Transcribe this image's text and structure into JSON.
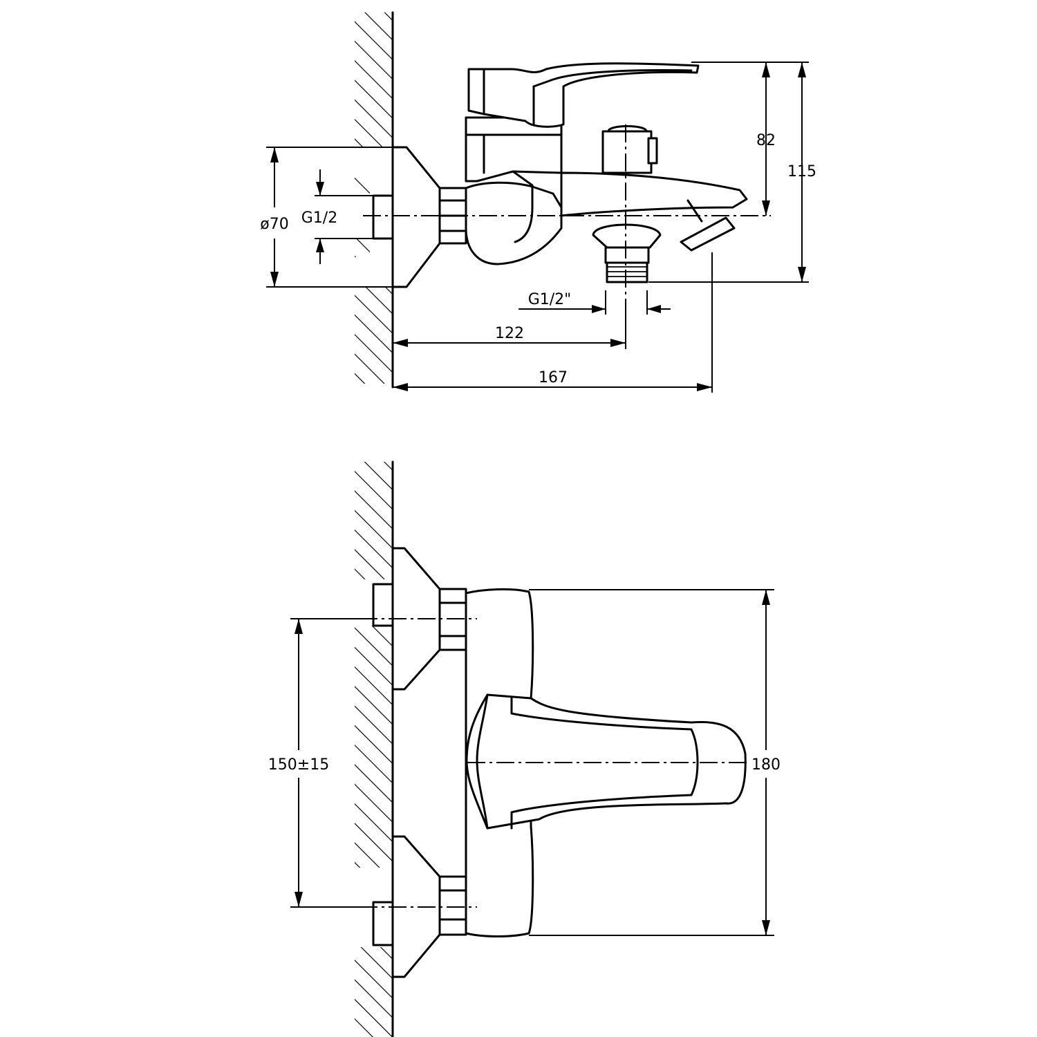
{
  "views": {
    "side": {
      "dimensions": {
        "height_to_spout": "82",
        "overall_height": "115",
        "flange_diameter": "ø70",
        "inlet_thread": "G1/2",
        "outlet_thread": "G1/2\"",
        "outlet_distance": "122",
        "overall_depth": "167"
      }
    },
    "top": {
      "dimensions": {
        "center_distance": "150±15",
        "overall_width": "180"
      }
    }
  }
}
